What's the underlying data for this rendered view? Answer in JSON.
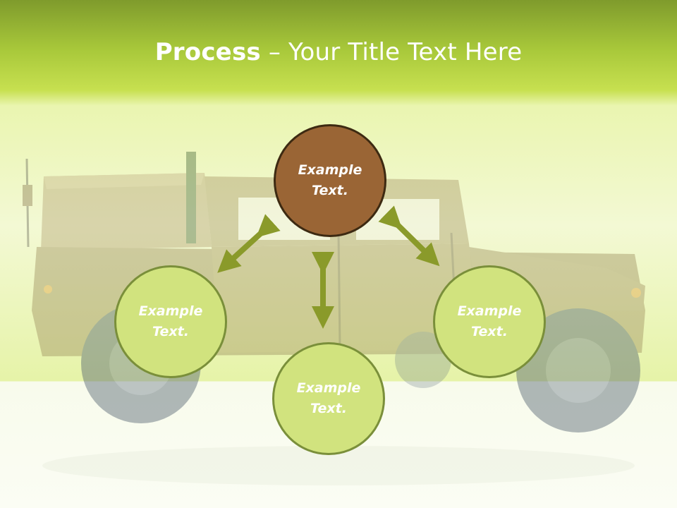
{
  "title": {
    "bold": "Process",
    "rest": " – Your Title Text Here"
  },
  "nodes": {
    "top": "Example Text.",
    "left": "Example Text.",
    "right": "Example Text.",
    "bottom": "Example Text."
  },
  "colors": {
    "header": "#a8c83a",
    "arrow": "#8a9a2a",
    "node_brown": "#9a6535",
    "node_green": "#d1e37e"
  }
}
